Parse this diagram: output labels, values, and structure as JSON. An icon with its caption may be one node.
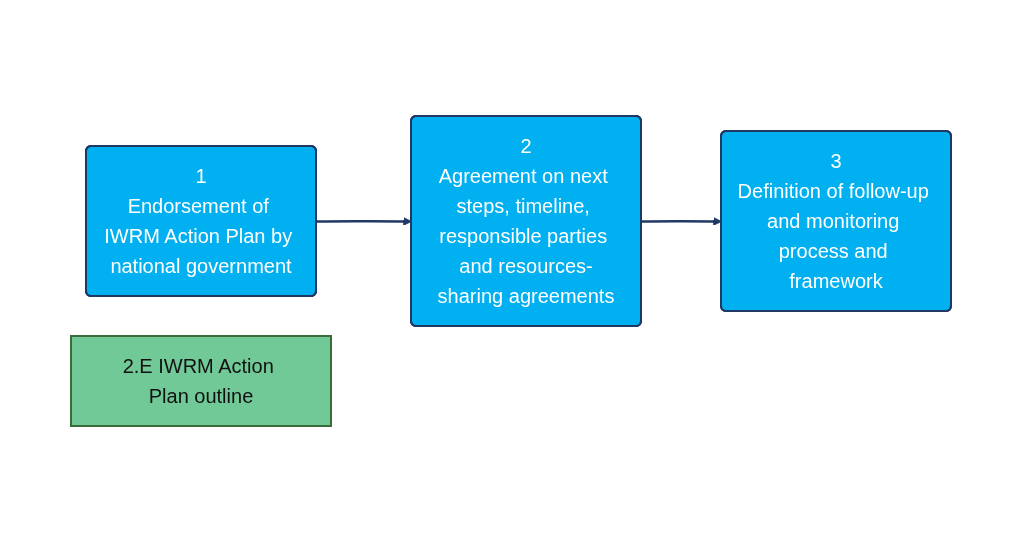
{
  "diagram": {
    "nodes": [
      {
        "text": [
          "1",
          "Endorsement of IWRM Action Plan by national government"
        ]
      },
      {
        "text": [
          "2",
          "Agreement on next steps, timeline, responsible parties and resources-sharing agreements"
        ]
      },
      {
        "text": [
          "3",
          "Definition of follow-up and monitoring process and framework"
        ]
      },
      {
        "text": [
          "2.E IWRM Action Plan outline"
        ]
      }
    ],
    "edges": [
      {
        "from": 0,
        "to": 1,
        "arrow": "to"
      },
      {
        "from": 1,
        "to": 2,
        "arrow": "to"
      }
    ]
  }
}
